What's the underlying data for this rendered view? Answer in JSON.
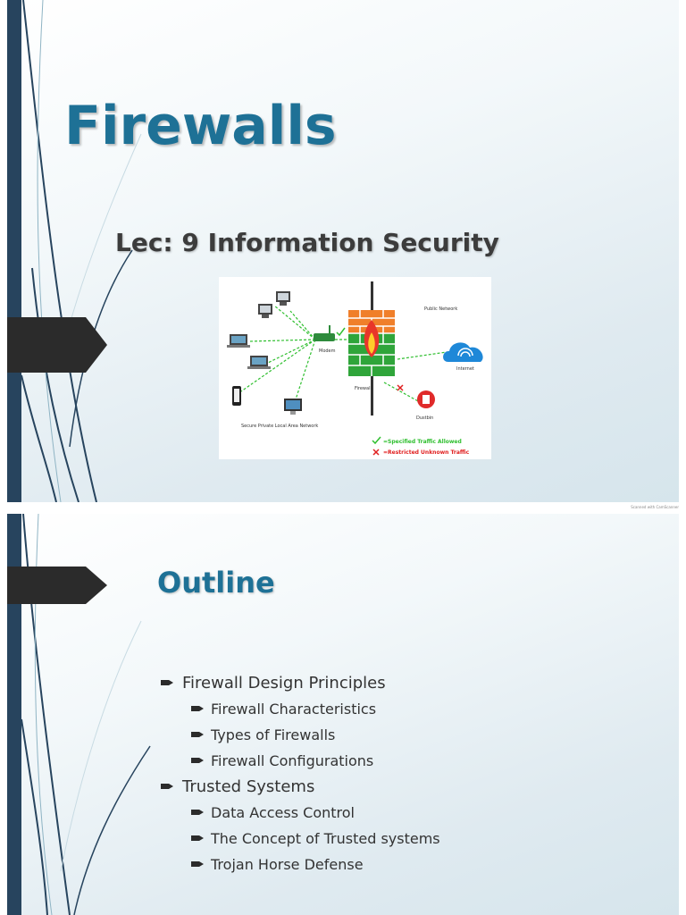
{
  "slide1": {
    "title": "Firewalls",
    "subtitle": "Lec: 9 Information Security",
    "figure": {
      "public_network": "Public Network",
      "modem": "Modem",
      "firewall": "Firewall",
      "internet": "Internet",
      "dustbin": "Dustbin",
      "lan": "Secure Private Local Area Network",
      "legend_allowed": "=Specified Traffic Allowed",
      "legend_restricted": "=Restricted Unknown Traffic"
    }
  },
  "credit": "Scanned with CamScanner",
  "slide2": {
    "title": "Outline",
    "items": [
      {
        "text": "Firewall Design Principles"
      },
      {
        "text": "Firewall Characteristics"
      },
      {
        "text": "Types of Firewalls"
      },
      {
        "text": "Firewall Configurations"
      },
      {
        "text": "Trusted Systems"
      },
      {
        "text": "Data Access Control"
      },
      {
        "text": "The Concept of Trusted systems"
      },
      {
        "text": "Trojan Horse Defense"
      }
    ]
  },
  "colors": {
    "title": "#1e7196",
    "sidebar": "#27445e",
    "arrow": "#2b2b2b",
    "allowed": "#2fbf2f",
    "restricted": "#e02020"
  }
}
